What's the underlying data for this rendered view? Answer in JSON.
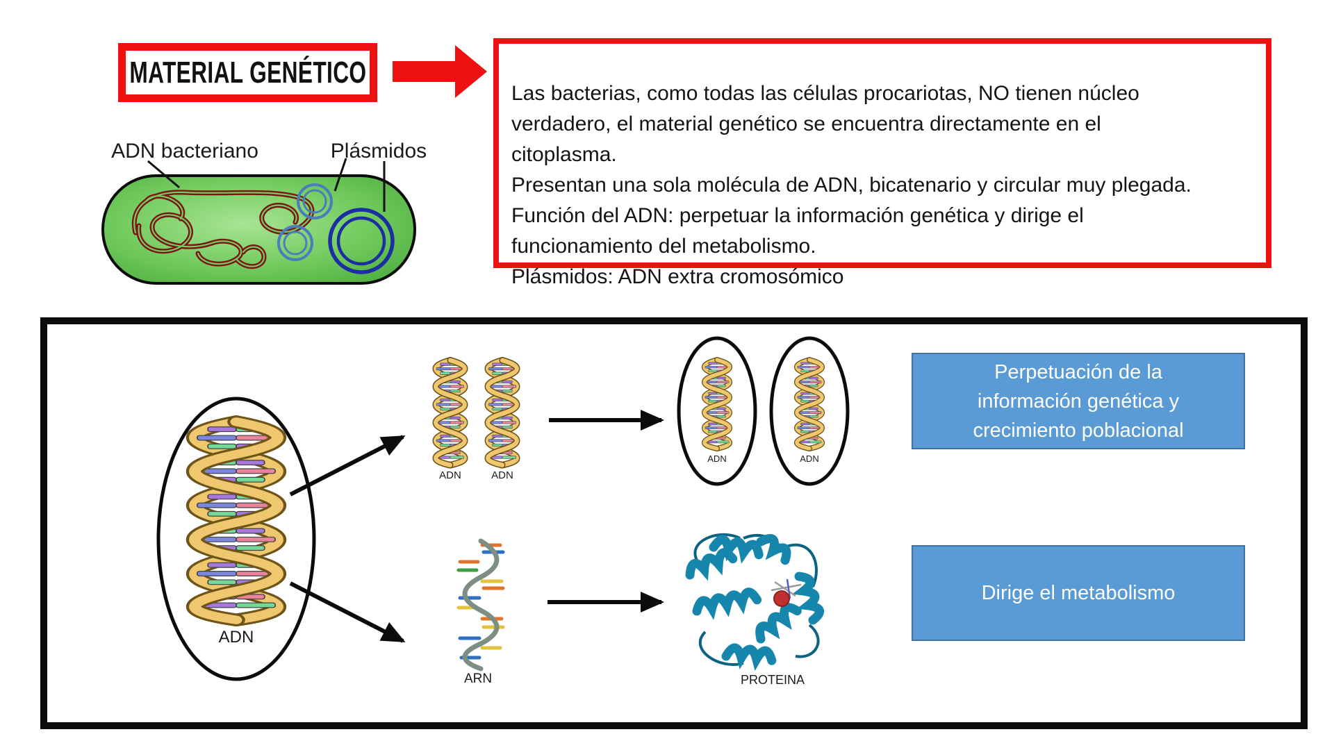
{
  "header": {
    "title": "MATERIAL GENÉTICO",
    "info_text": "Las bacterias, como todas las células procariotas, NO tienen núcleo\nverdadero, el material genético se encuentra directamente en el\ncitoplasma.\nPresentan una sola molécula de ADN, bicatenario y circular muy plegada.\nFunción del ADN: perpetuar la información genética y dirige el\nfuncionamiento del metabolismo.\nPlásmidos: ADN extra cromosómico"
  },
  "bacteria": {
    "label_dna": "ADN bacteriano",
    "label_plasmids": "Plásmidos"
  },
  "diagram": {
    "dna_main_label": "ADN",
    "dna_copy1_label": "ADN",
    "dna_copy2_label": "ADN",
    "cell1_dna_label": "ADN",
    "cell2_dna_label": "ADN",
    "rna_label": "ARN",
    "protein_label": "PROTEINA",
    "box_top": "Perpetuación de la\ninformación genética y\ncrecimiento poblacional",
    "box_bottom": "Dirige el metabolismo"
  },
  "colors": {
    "accent_red": "#ee1111",
    "box_blue": "#5b9bd5",
    "box_blue_border": "#41719c",
    "bacteria_green": "#6cc45a",
    "plasmid_small_blue": "#4a7ebb",
    "plasmid_large_navy": "#1b2fa0",
    "bacterial_dna_red": "#7d1414",
    "dna_gold": "#eec76f",
    "protein_teal": "#1686ad"
  }
}
